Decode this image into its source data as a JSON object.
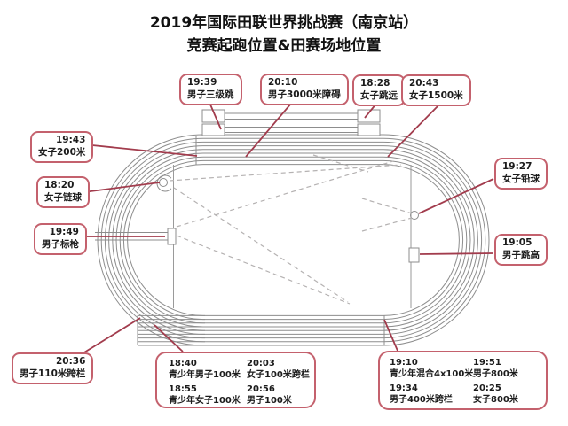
{
  "title": {
    "line1": "2019年国际田联世界挑战赛（南京站）",
    "line2": "竞赛起跑位置&田赛场地位置"
  },
  "events": {
    "triple_jump": {
      "time": "19:39",
      "name": "男子三级跳"
    },
    "steeplechase": {
      "time": "20:10",
      "name": "男子3000米障碍"
    },
    "long_jump": {
      "time": "18:28",
      "name": "女子跳远"
    },
    "w1500": {
      "time": "20:43",
      "name": "女子1500米"
    },
    "w200": {
      "time": "19:43",
      "name": "女子200米"
    },
    "hammer": {
      "time": "18:20",
      "name": "女子链球"
    },
    "javelin": {
      "time": "19:49",
      "name": "男子标枪"
    },
    "shot_put": {
      "time": "19:27",
      "name": "女子铅球"
    },
    "high_jump": {
      "time": "19:05",
      "name": "男子跳高"
    },
    "h110": {
      "time": "20:36",
      "name": "男子110米跨栏"
    },
    "youth_m100": {
      "time": "18:40",
      "name": "青少年男子100米"
    },
    "w100h": {
      "time": "20:03",
      "name": "女子100米跨栏"
    },
    "youth_w100": {
      "time": "18:55",
      "name": "青少年女子100米"
    },
    "m100": {
      "time": "20:56",
      "name": "男子100米"
    },
    "youth_mixed_4x100": {
      "time": "19:10",
      "name": "青少年混合4x100米"
    },
    "m800": {
      "time": "19:51",
      "name": "男子800米"
    },
    "m400h": {
      "time": "19:34",
      "name": "男子400米跨栏"
    },
    "w800": {
      "time": "20:25",
      "name": "女子800米"
    }
  },
  "colors": {
    "label_border": "#c4616d",
    "connector_line": "#a23c4d",
    "track_line": "#8d8d8d",
    "sector_dashed": "#b5b2b2",
    "text": "#1c1c1c"
  }
}
